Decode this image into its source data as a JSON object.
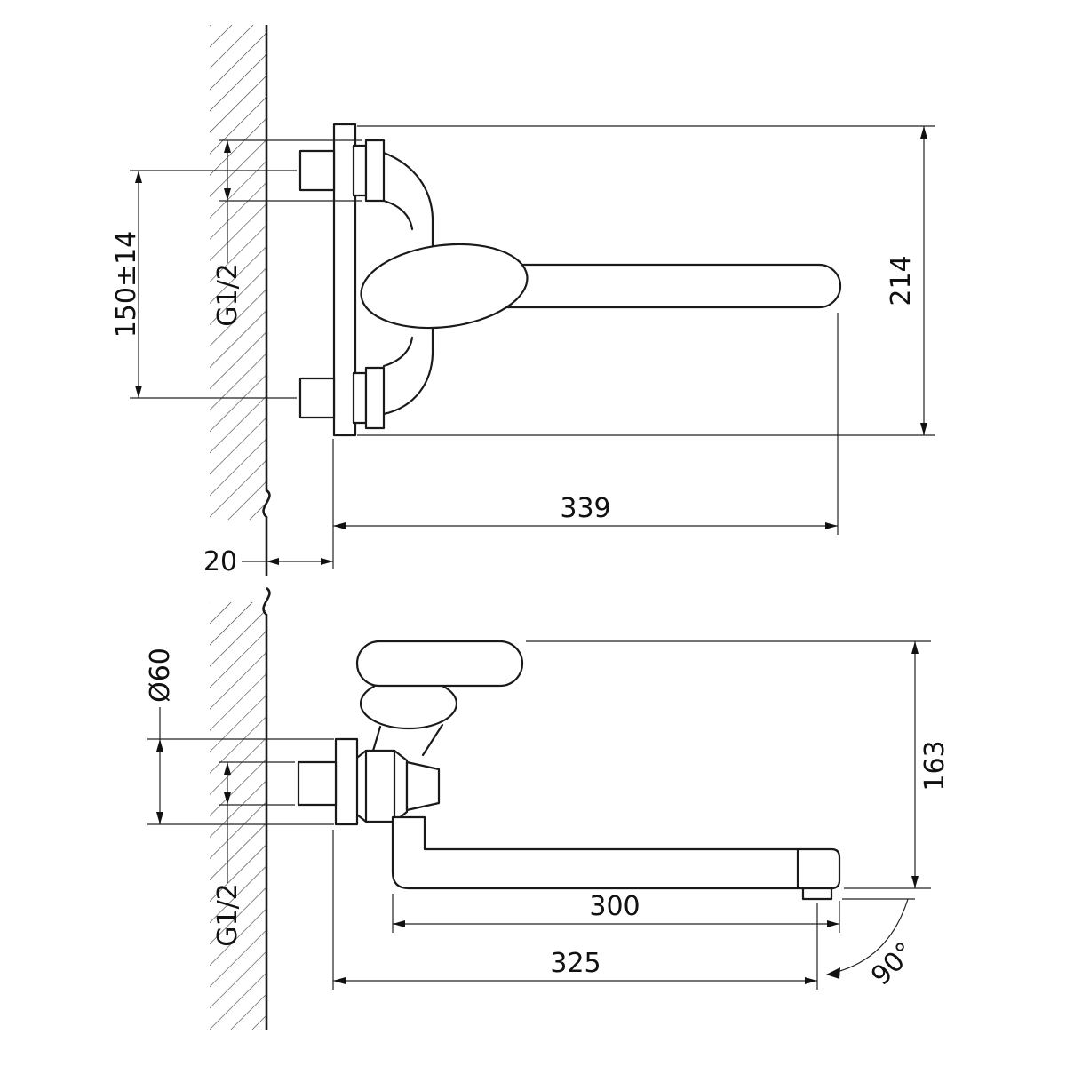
{
  "drawing": {
    "type": "technical-drawing",
    "subject": "wall-mounted bath mixer faucet, two projection views with dimensions",
    "units_implied": "mm",
    "top_view": {
      "dim_spacing": "150±14",
      "dim_thread": "G1/2",
      "dim_height": "214",
      "dim_spout_length": "339",
      "dim_wall_offset": "20"
    },
    "bottom_view": {
      "dim_flange_diameter": "Ø60",
      "dim_thread": "G1/2",
      "dim_depth": "163",
      "dim_spout_reach": "300",
      "dim_total_reach": "325",
      "dim_swivel_angle": "90°"
    }
  }
}
